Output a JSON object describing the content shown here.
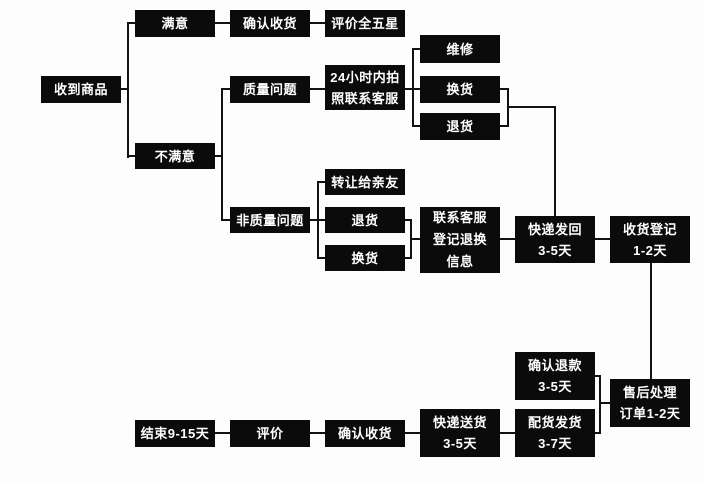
{
  "page": {
    "background_color": "#fdfdfd",
    "node_background_color": "#0b0b0b",
    "node_text_color": "#ffffff",
    "connector_color": "#121212"
  },
  "nodes": {
    "received_goods": {
      "label": "收到商品"
    },
    "satisfied": {
      "label": "满意"
    },
    "confirm_receipt_top": {
      "label": "确认收货"
    },
    "five_star_review": {
      "label": "评价全五星"
    },
    "unsatisfied": {
      "label": "不满意"
    },
    "quality_issue": {
      "label": "质量问题"
    },
    "photo_contact_24h": {
      "label": "24小时内拍\n照联系客服"
    },
    "repair": {
      "label": "维修"
    },
    "exchange_quality": {
      "label": "换货"
    },
    "return_quality": {
      "label": "退货"
    },
    "non_quality_issue": {
      "label": "非质量问题"
    },
    "transfer_to_friends": {
      "label": "转让给亲友"
    },
    "return_non_quality": {
      "label": "退货"
    },
    "exchange_non_quality": {
      "label": "换货"
    },
    "contact_cs_register": {
      "label": "联系客服\n登记退换\n信息"
    },
    "express_send_back": {
      "label": "快递发回\n3-5天"
    },
    "receipt_register": {
      "label": "收货登记\n1-2天"
    },
    "confirm_refund": {
      "label": "确认退款\n3-5天"
    },
    "aftersales_process": {
      "label": "售后处理\n订单1-2天"
    },
    "dispatch_ship": {
      "label": "配货发货\n3-7天"
    },
    "express_delivery": {
      "label": "快递送货\n3-5天"
    },
    "confirm_receipt_bottom": {
      "label": "确认收货"
    },
    "review": {
      "label": "评价"
    },
    "end": {
      "label": "结束9-15天"
    }
  }
}
